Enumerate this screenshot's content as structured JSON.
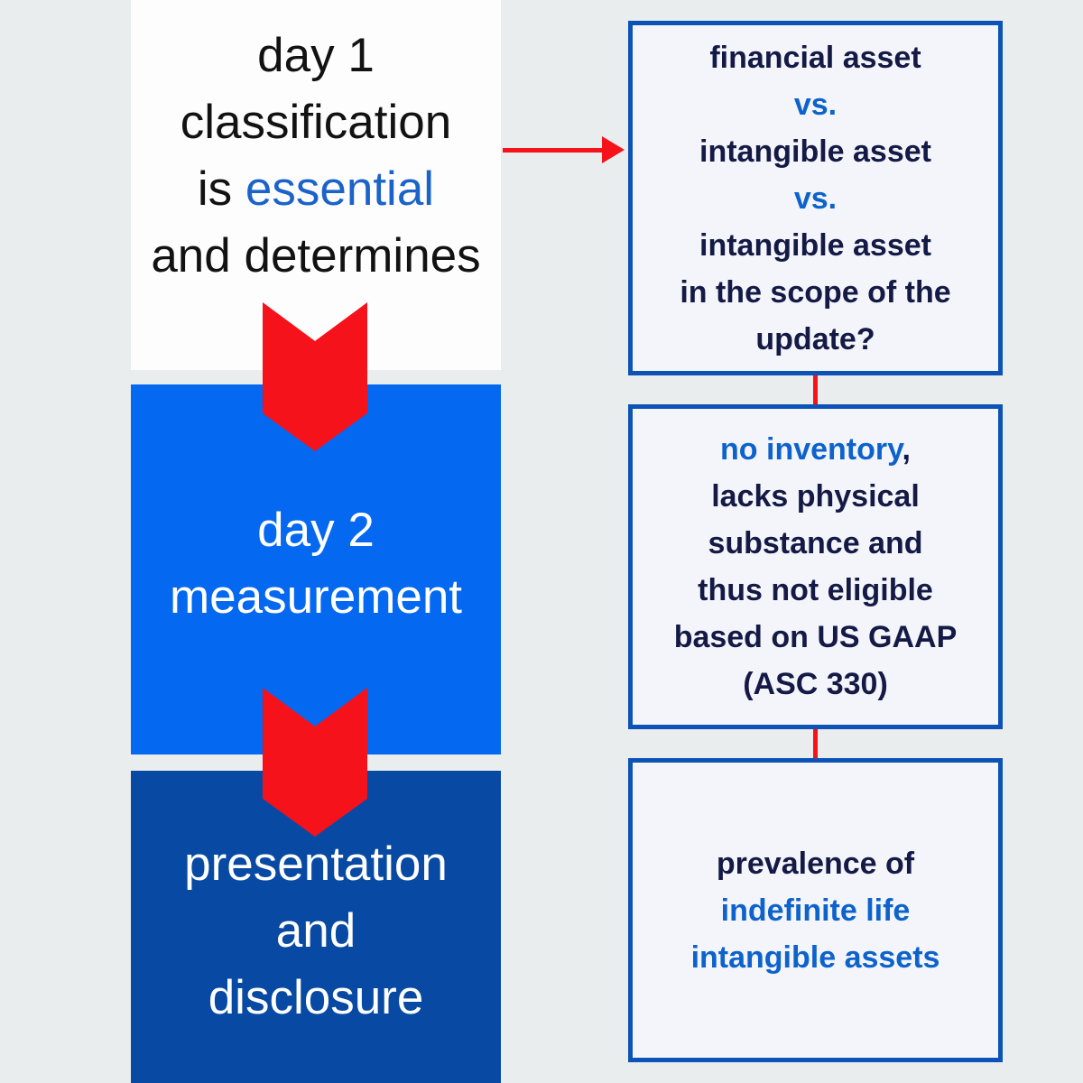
{
  "colors": {
    "background": "#eaedee",
    "step1_bg": "#fdfdfd",
    "step2_bg": "#0568f0",
    "step3_bg": "#084aa3",
    "panel_bg": "#f3f5fa",
    "panel_border": "#0d53b5",
    "text_dark": "#121212",
    "text_navy": "#141a45",
    "text_white": "#ffffff",
    "accent_blue_left": "#1c63c9",
    "accent_blue_right": "#0d62cc",
    "flow_red": "#f5121a"
  },
  "left_column": {
    "step1": {
      "line1": "day 1",
      "line2": "classification",
      "line3_prefix": "is ",
      "line3_accent": "essential",
      "line4": "and determines"
    },
    "step2": {
      "line1": "day 2",
      "line2": "measurement"
    },
    "step3": {
      "line1": "presentation",
      "line2": "and",
      "line3": "disclosure"
    }
  },
  "right_column": {
    "panel1": {
      "line1": "financial asset",
      "line2": "vs.",
      "line3": "intangible asset",
      "line4": "vs.",
      "line5": "intangible asset",
      "line6": "in the scope of the",
      "line7": "update?"
    },
    "panel2": {
      "line1_accent": "no inventory",
      "line1_suffix": ",",
      "line2": "lacks physical",
      "line3": "substance and",
      "line4": "thus not eligible",
      "line5": "based on US GAAP",
      "line6": "(ASC 330)"
    },
    "panel3": {
      "line1": "prevalence of",
      "line2_accent": "indefinite life",
      "line3_accent": "intangible assets"
    }
  },
  "icons": {
    "chevron_down_1": "chevron-down-icon",
    "chevron_down_2": "chevron-down-icon",
    "arrow_right": "arrow-right-icon"
  }
}
